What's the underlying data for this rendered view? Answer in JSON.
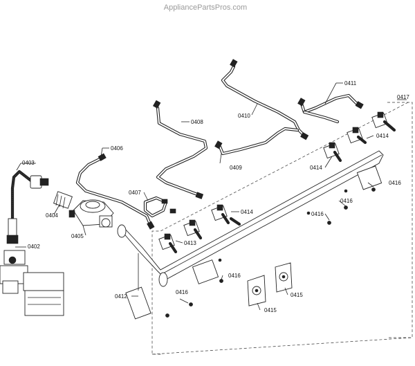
{
  "watermark": "AppliancePartsPros.com",
  "callouts": [
    {
      "text": "0403"
    },
    {
      "text": "0402"
    },
    {
      "text": "0404"
    },
    {
      "text": "0405"
    },
    {
      "text": "0406"
    },
    {
      "text": "0407"
    },
    {
      "text": "0408"
    },
    {
      "text": "0409"
    },
    {
      "text": "0410"
    },
    {
      "text": "0411"
    },
    {
      "text": "0412"
    },
    {
      "text": "0413"
    },
    {
      "text": "0414"
    },
    {
      "text": "0414"
    },
    {
      "text": "0414"
    },
    {
      "text": "0415"
    },
    {
      "text": "0415"
    },
    {
      "text": "0416"
    },
    {
      "text": "0416"
    },
    {
      "text": "0416"
    },
    {
      "text": "0416"
    },
    {
      "text": "0416"
    },
    {
      "text": "0417"
    }
  ]
}
